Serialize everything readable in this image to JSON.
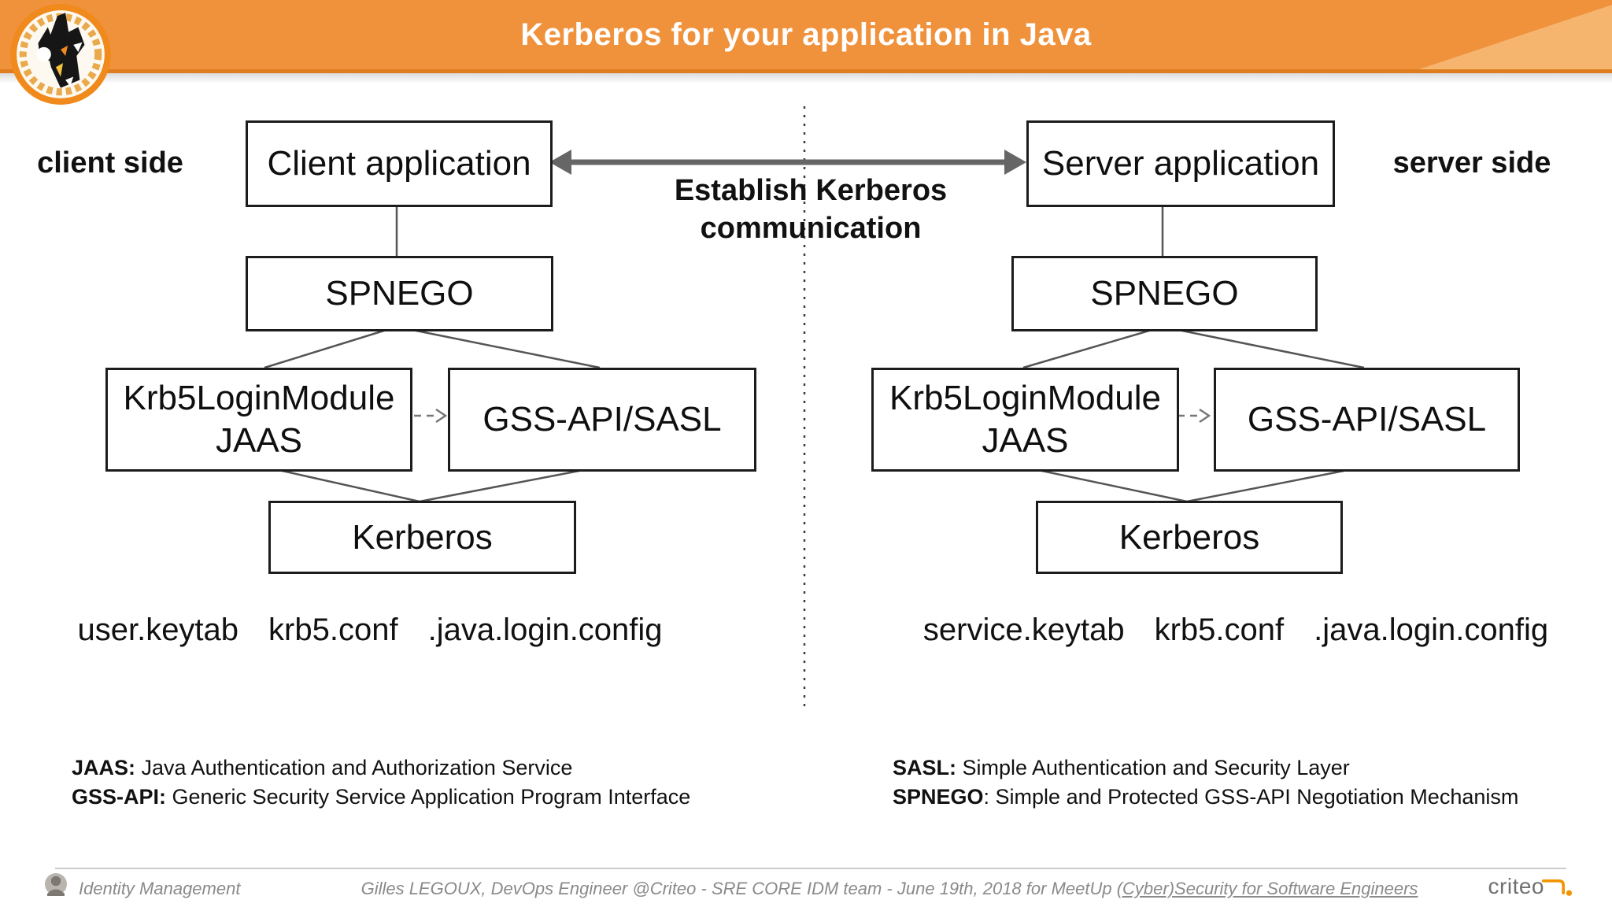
{
  "header": {
    "title": "Kerberos for your application in Java"
  },
  "sides": {
    "client": "client side",
    "server": "server side"
  },
  "arrow_label": {
    "line1": "Establish Kerberos",
    "line2": "communication"
  },
  "client": {
    "app": "Client application",
    "spnego": "SPNEGO",
    "krb5_line1": "Krb5LoginModule",
    "krb5_line2": "JAAS",
    "gss": "GSS-API/SASL",
    "kerberos": "Kerberos",
    "files": [
      "user.keytab",
      "krb5.conf",
      ".java.login.config"
    ]
  },
  "server": {
    "app": "Server application",
    "spnego": "SPNEGO",
    "krb5_line1": "Krb5LoginModule",
    "krb5_line2": "JAAS",
    "gss": "GSS-API/SASL",
    "kerberos": "Kerberos",
    "files": [
      "service.keytab",
      "krb5.conf",
      ".java.login.config"
    ]
  },
  "definitions": {
    "left": [
      {
        "term": "JAAS:",
        "text": " Java Authentication and Authorization Service"
      },
      {
        "term": "GSS-API:",
        "text": " Generic Security Service Application Program Interface"
      }
    ],
    "right": [
      {
        "term": "SASL:",
        "text": " Simple Authentication and Security Layer"
      },
      {
        "term": "SPNEGO",
        "text": ": Simple and Protected GSS-API Negotiation Mechanism"
      }
    ]
  },
  "footer": {
    "section": "Identity Management",
    "credit_plain": "Gilles LEGOUX, DevOps Engineer @Criteo - SRE CORE IDM team - June 19th, 2018 for MeetUp ",
    "credit_link": "(Cyber)Security for Software Engineers",
    "brand": "criteo"
  },
  "colors": {
    "header_orange": "#F0923C",
    "header_light_triangle": "#F6B56F",
    "header_edge": "#DF7D1E",
    "arrow_gray": "#666666",
    "criteo_orange": "#F29400"
  }
}
